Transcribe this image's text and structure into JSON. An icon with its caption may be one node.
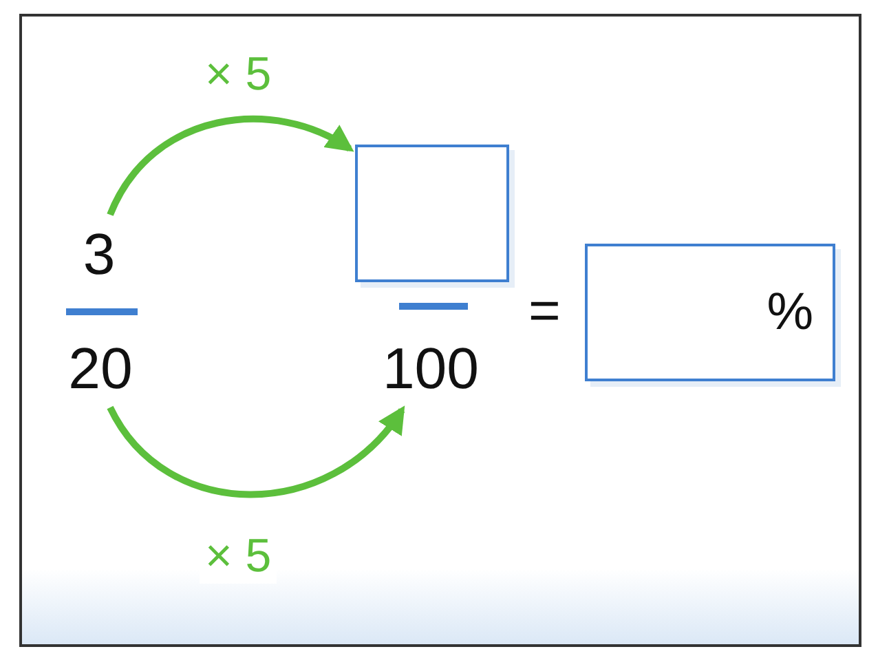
{
  "diagram": {
    "nodes": [
      {
        "text": [
          "3"
        ]
      },
      {
        "text": [
          "20"
        ]
      },
      {
        "text": [],
        "shape": "box"
      },
      {
        "text": [
          "100"
        ]
      },
      {
        "text": [
          "%"
        ]
      }
    ],
    "edges": [
      {
        "from": 0,
        "to": 2,
        "arrow": "to",
        "label": "× 5"
      },
      {
        "from": 1,
        "to": 3,
        "arrow": "to",
        "label": "× 5"
      }
    ],
    "labels": [
      "="
    ]
  }
}
